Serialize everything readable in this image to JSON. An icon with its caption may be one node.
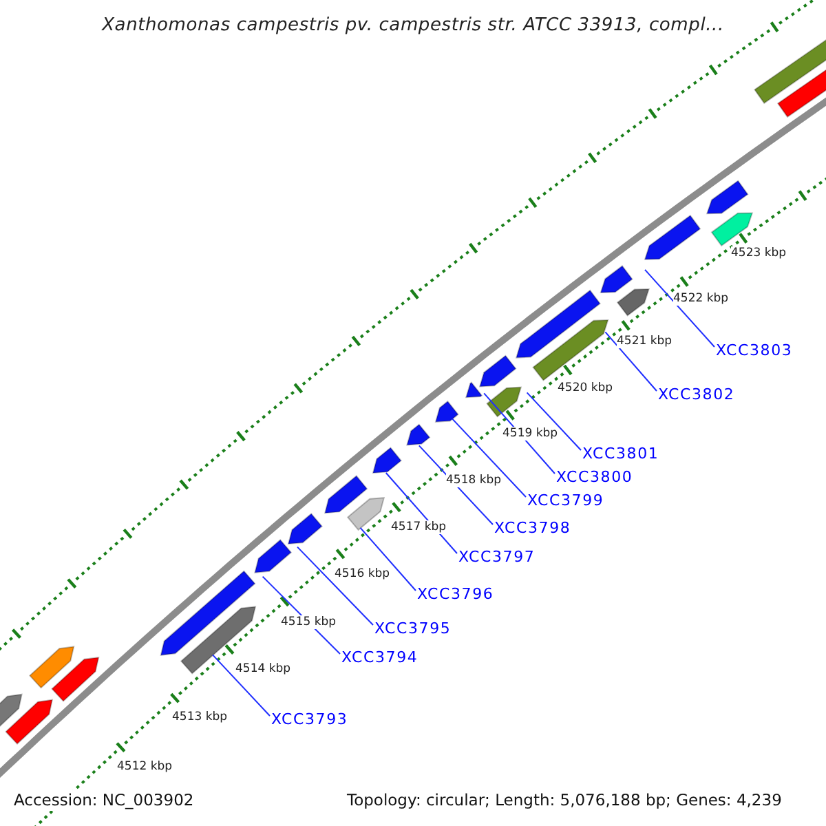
{
  "diagram": {
    "title": "Xanthomonas campestris pv. campestris str. ATCC 33913, compl...",
    "nodes": [
      {
        "text": [
          "XCC3793"
        ]
      },
      {
        "text": [
          "XCC3794"
        ]
      },
      {
        "text": [
          "XCC3795"
        ]
      },
      {
        "text": [
          "XCC3796"
        ]
      },
      {
        "text": [
          "XCC3797"
        ]
      },
      {
        "text": [
          "XCC3798"
        ]
      },
      {
        "text": [
          "XCC3799"
        ]
      },
      {
        "text": [
          "XCC3800"
        ]
      },
      {
        "text": [
          "XCC3801"
        ]
      },
      {
        "text": [
          "XCC3802"
        ]
      },
      {
        "text": [
          "XCC3803"
        ]
      },
      {
        "text": [],
        "shape": "bar"
      },
      {
        "text": [],
        "shape": "bar"
      },
      {
        "text": [],
        "shape": "bar"
      },
      {
        "text": [],
        "shape": "bar"
      },
      {
        "text": [],
        "shape": "bar"
      },
      {
        "text": [],
        "shape": "bar"
      },
      {
        "text": [],
        "shape": "bar"
      },
      {
        "text": [],
        "shape": "bar"
      },
      {
        "text": [],
        "shape": "bar"
      },
      {
        "text": [],
        "shape": "bar"
      },
      {
        "text": [],
        "shape": "bar"
      },
      {
        "text": [],
        "shape": "bar"
      },
      {
        "text": [],
        "shape": "bar"
      },
      {
        "text": [],
        "shape": "bar"
      },
      {
        "text": [],
        "shape": "bar"
      },
      {
        "text": [],
        "shape": "bar"
      },
      {
        "text": [],
        "shape": "bar"
      },
      {
        "text": [],
        "shape": "bar"
      },
      {
        "text": [],
        "shape": "bar"
      },
      {
        "text": [],
        "shape": "bar"
      },
      {
        "text": [],
        "shape": "bar"
      },
      {
        "text": [],
        "shape": "bar"
      },
      {
        "text": [],
        "shape": "bar"
      },
      {
        "text": [],
        "shape": "bar"
      },
      {
        "text": [],
        "shape": "bar"
      }
    ],
    "edges": [
      {
        "from": 0,
        "to": 16,
        "arrow": "none"
      },
      {
        "from": 1,
        "to": 17,
        "arrow": "none"
      },
      {
        "from": 2,
        "to": 18,
        "arrow": "none"
      },
      {
        "from": 3,
        "to": 20,
        "arrow": "none"
      },
      {
        "from": 4,
        "to": 21,
        "arrow": "none"
      },
      {
        "from": 5,
        "to": 22,
        "arrow": "none"
      },
      {
        "from": 6,
        "to": 23,
        "arrow": "none"
      },
      {
        "from": 7,
        "to": 24,
        "arrow": "none"
      },
      {
        "from": 8,
        "to": 25,
        "arrow": "none"
      },
      {
        "from": 9,
        "to": 28,
        "arrow": "none"
      },
      {
        "from": 10,
        "to": 31,
        "arrow": "none"
      }
    ],
    "labels": [
      "4523 kbp",
      "4522 kbp",
      "4521 kbp",
      "4520 kbp",
      "4519 kbp",
      "4518 kbp",
      "4517 kbp",
      "4516 kbp",
      "4515 kbp",
      "4514 kbp",
      "4513 kbp",
      "4512 kbp",
      "Accession: NC_003902",
      "Topology: circular; Length: 5,076,188 bp; Genes: 4,239"
    ]
  }
}
